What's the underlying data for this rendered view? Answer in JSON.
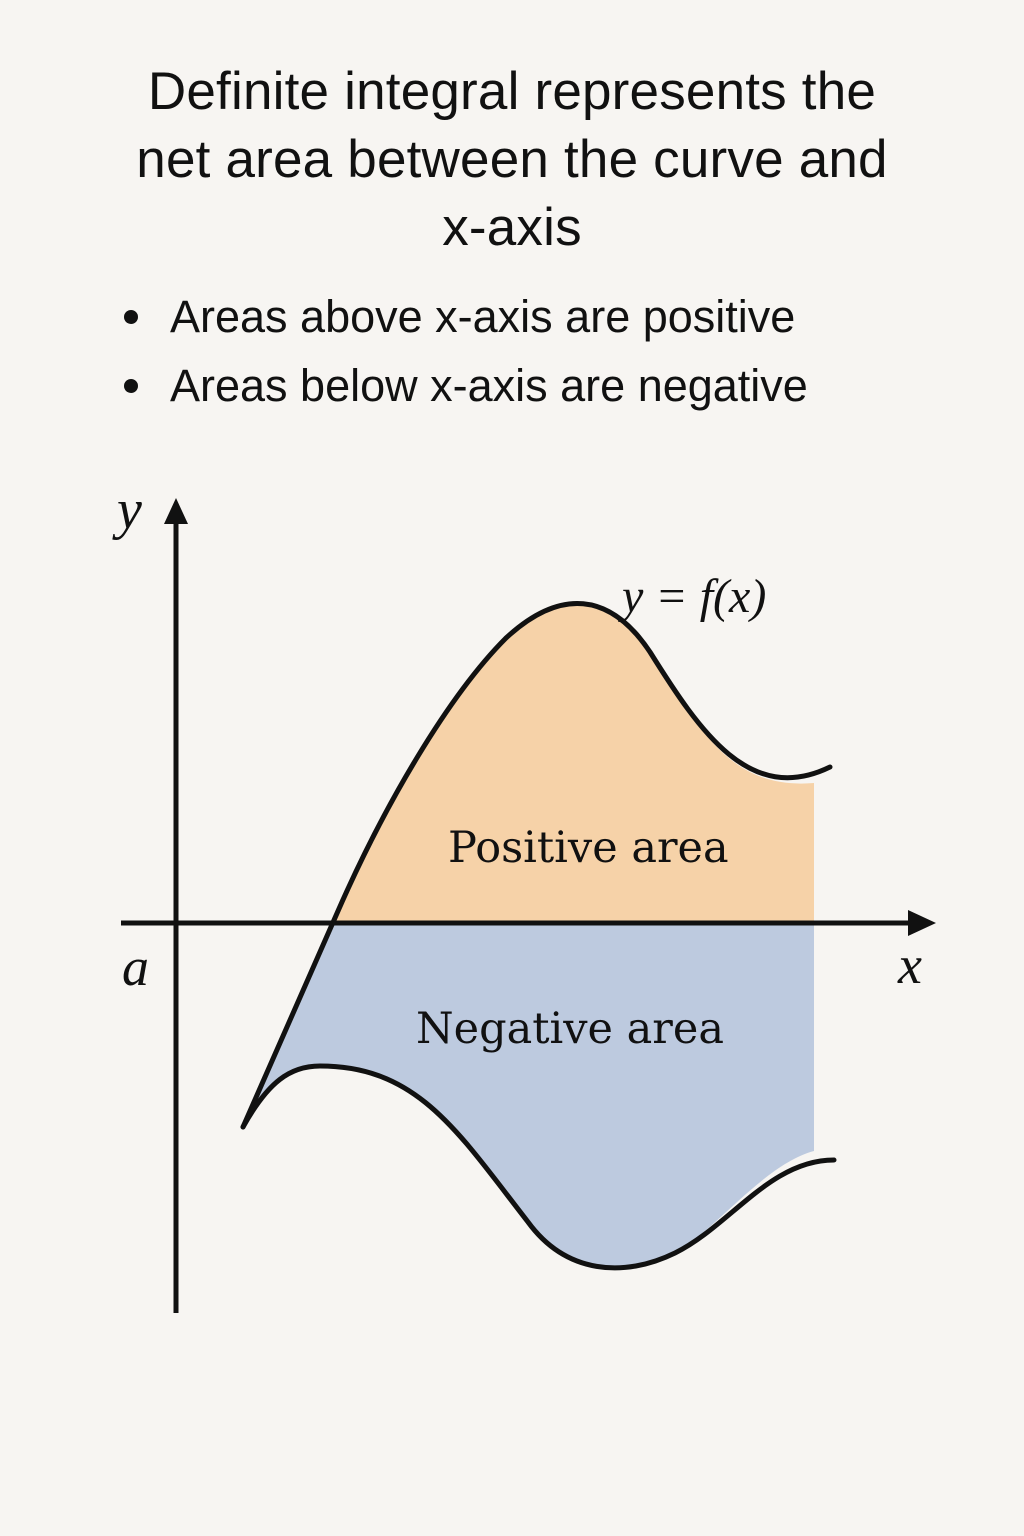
{
  "heading": {
    "line1": "Definite integral represents the",
    "line2": "net area between the curve and",
    "line3": "x-axis"
  },
  "bullets": [
    {
      "text": "Areas above x-axis are positive"
    },
    {
      "text": "Areas below x-axis are negative"
    }
  ],
  "diagram": {
    "y_axis_label": "y",
    "x_axis_label": "x",
    "origin_label": "a",
    "curve_label": "y = f(x)",
    "positive_area_label": "Positive area",
    "negative_area_label": "Negative area",
    "colors": {
      "positive_fill": "#f6d2a8",
      "negative_fill": "#bdcadf",
      "stroke": "#111111",
      "background": "#f7f5f2"
    }
  }
}
